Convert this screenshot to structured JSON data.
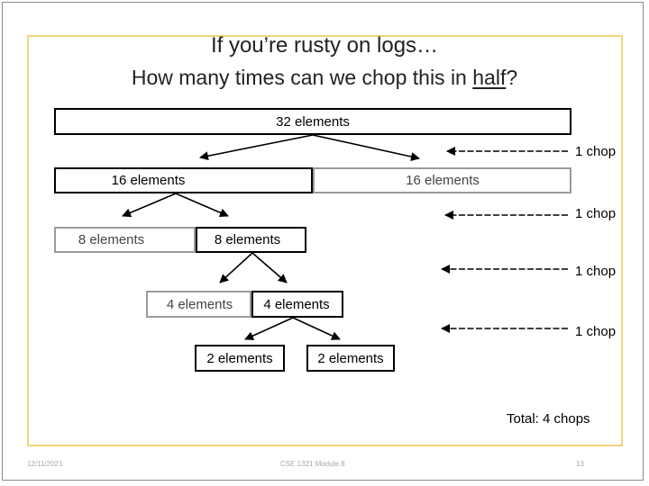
{
  "slide": {
    "title_line1": "If you’re rusty on logs…",
    "title_line2_before": "How many times can we chop this in ",
    "title_line2_emph": "half",
    "title_line2_after": "?"
  },
  "tree": {
    "level0": [
      "32 elements"
    ],
    "level1": [
      "16 elements",
      "16 elements"
    ],
    "level2": [
      "8 elements",
      "8 elements"
    ],
    "level3": [
      "4 elements",
      "4 elements"
    ],
    "level4": [
      "2 elements",
      "2 elements"
    ]
  },
  "chops": [
    "1 chop",
    "1 chop",
    "1 chop",
    "1 chop"
  ],
  "total": "Total: 4 chops",
  "footer": {
    "date": "12/11/2021",
    "course": "CSE 1321 Module 8",
    "page": "13"
  }
}
